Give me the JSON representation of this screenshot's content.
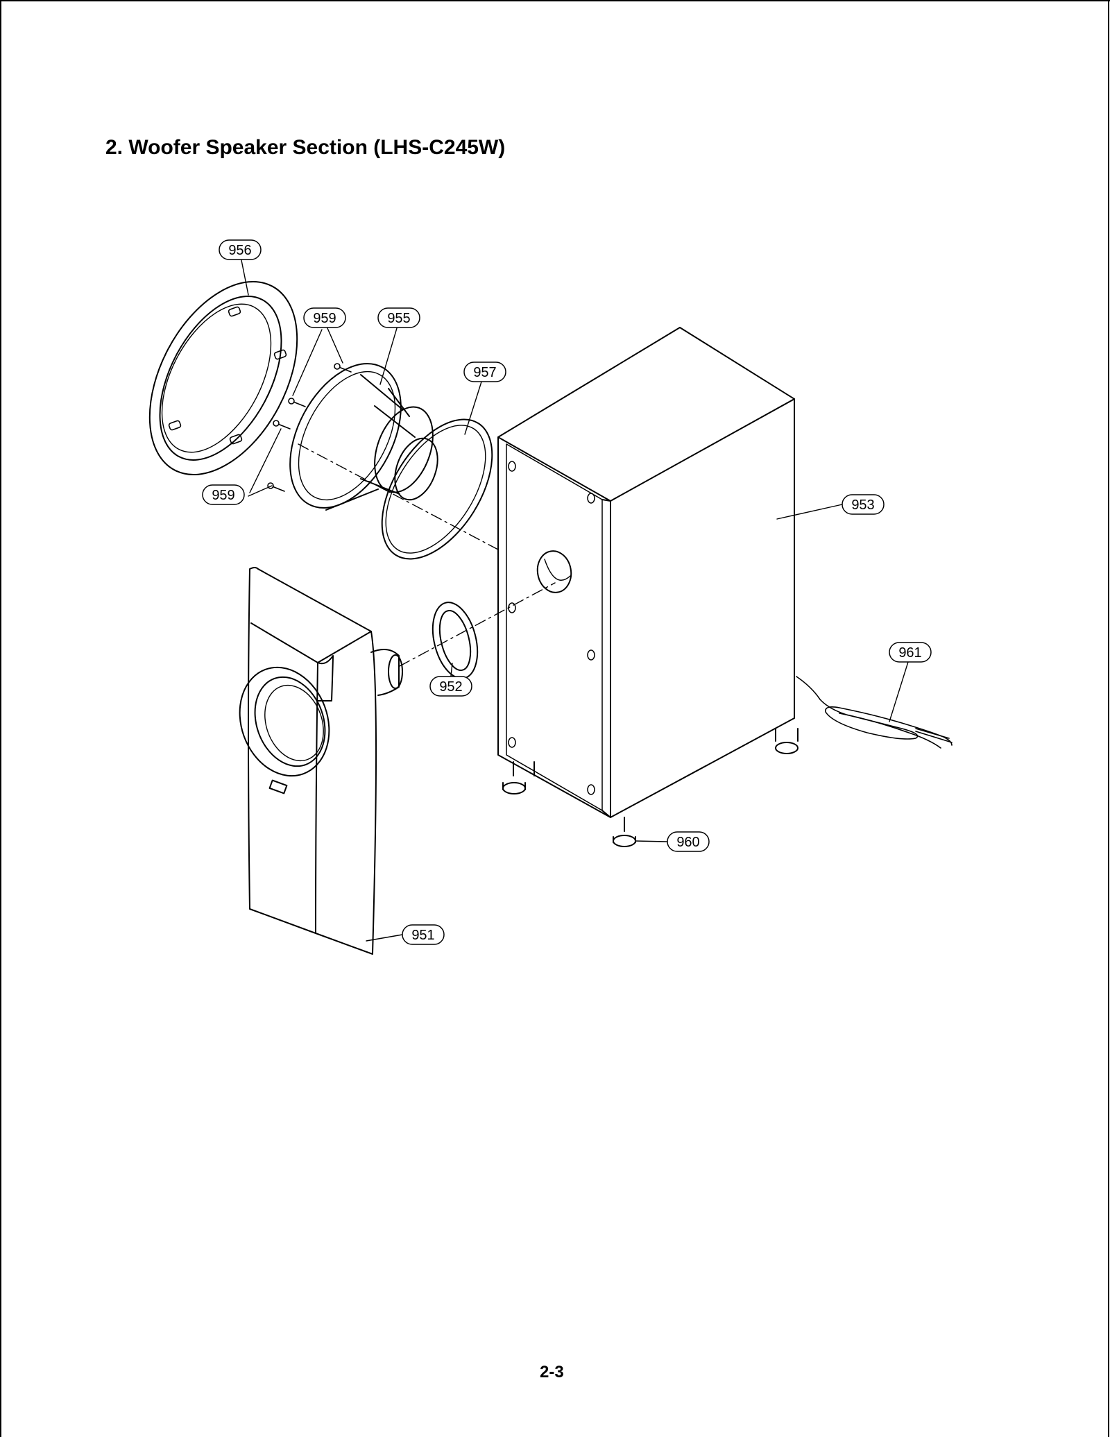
{
  "title": "2. Woofer Speaker Section (LHS-C245W)",
  "page_number": "2-3",
  "callouts": {
    "c956": "956",
    "c959a": "959",
    "c955": "955",
    "c957": "957",
    "c959b": "959",
    "c953": "953",
    "c952": "952",
    "c961": "961",
    "c960": "960",
    "c951": "951"
  }
}
